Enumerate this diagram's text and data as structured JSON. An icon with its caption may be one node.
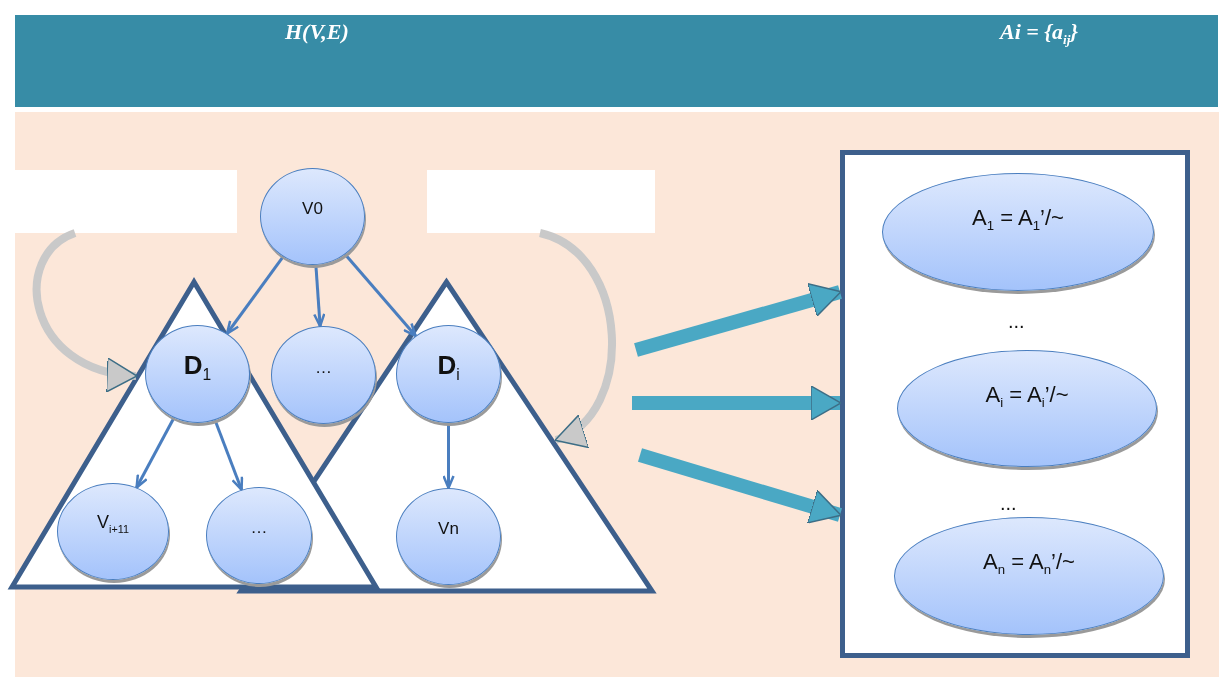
{
  "diagram": {
    "nodes": [
      {
        "text": [
          "H(V,E)",
          "Ai = {a$_{ij}$}"
        ]
      },
      {
        "text": [],
        "shape": "box"
      },
      {
        "text": [
          "V0"
        ]
      },
      {
        "text": [],
        "shape": "box"
      },
      {
        "text": [],
        "shape": "triangle"
      },
      {
        "text": [
          "**D**$_{1}$"
        ],
        "in": 4
      },
      {
        "text": [
          "…"
        ]
      },
      {
        "text": [],
        "shape": "triangle"
      },
      {
        "text": [
          "**D**$_{i}$"
        ],
        "in": 7
      },
      {
        "text": [
          "V$_{i+11}$"
        ],
        "in": 4
      },
      {
        "text": [
          "…"
        ],
        "in": 4
      },
      {
        "text": [
          "Vn"
        ],
        "in": 7
      },
      {
        "text": [],
        "shape": "box"
      },
      {
        "text": [
          "A$_{1}$ = A$_{1}$’/~"
        ],
        "in": 12
      },
      {
        "text": [
          "A$_{i}$ = A$_{i}$’/~"
        ],
        "in": 12
      },
      {
        "text": [
          "A$_{n}$ = A$_{n}$’/~"
        ],
        "in": 12
      }
    ],
    "edges": [
      {
        "from": 2,
        "to": 5,
        "arrow": "to"
      },
      {
        "from": 2,
        "to": 6,
        "arrow": "to"
      },
      {
        "from": 2,
        "to": 8,
        "arrow": "to"
      },
      {
        "from": 5,
        "to": 9,
        "arrow": "to"
      },
      {
        "from": 5,
        "to": 10,
        "arrow": "to"
      },
      {
        "from": 8,
        "to": 11,
        "arrow": "to"
      },
      {
        "from": 1,
        "to": 4,
        "arrow": "to",
        "style": "thick",
        "color": "#c9c9c9"
      },
      {
        "from": 3,
        "to": 7,
        "arrow": "to",
        "style": "thick",
        "color": "#c9c9c9"
      },
      {
        "from": null,
        "to": 12,
        "arrow": "to",
        "style": "thick",
        "color": "#4aa8c4"
      },
      {
        "from": null,
        "to": 12,
        "arrow": "to",
        "style": "thick",
        "color": "#4aa8c4"
      },
      {
        "from": null,
        "to": 12,
        "arrow": "to",
        "style": "thick",
        "color": "#4aa8c4"
      }
    ],
    "labels": [
      "...",
      "..."
    ]
  }
}
